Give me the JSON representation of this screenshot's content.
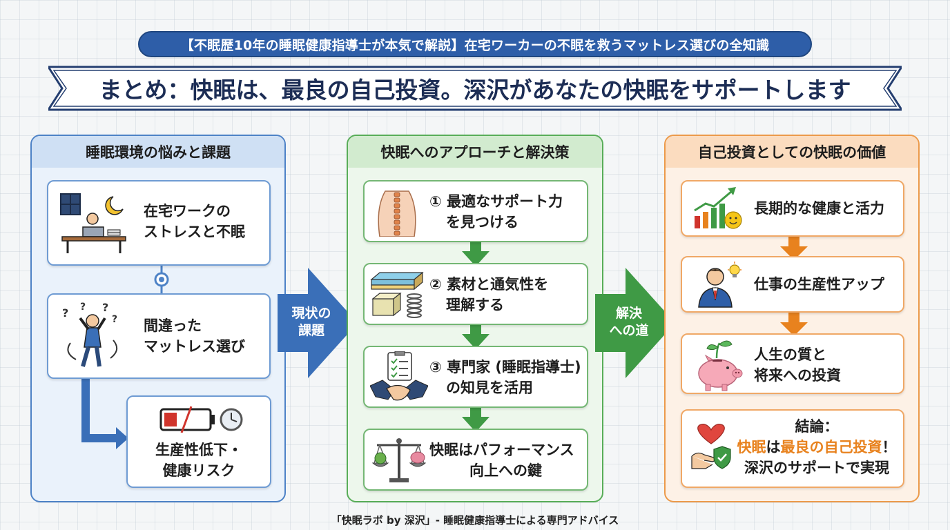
{
  "header": {
    "pill": "【不眠歴10年の睡眠健康指導士が本気で解説】在宅ワーカーの不眠を救うマットレス選びの全知識",
    "title": "まとめ：快眠は、最良の自己投資。深沢があなたの快眠をサポートします"
  },
  "left_panel": {
    "heading": "睡眠環境の悩みと課題",
    "cards": [
      {
        "line1": "在宅ワークの",
        "line2": "ストレスと不眠"
      },
      {
        "line1": "間違った",
        "line2": "マットレス選び"
      },
      {
        "line1": "生産性低下・",
        "line2": "健康リスク"
      }
    ]
  },
  "arrow1": {
    "line1": "現状の",
    "line2": "課題"
  },
  "mid_panel": {
    "heading": "快眠へのアプローチと解決策",
    "cards": [
      {
        "line1": "① 最適なサポート力",
        "line2": "を見つける"
      },
      {
        "line1": "② 素材と通気性を",
        "line2": "理解する"
      },
      {
        "line1": "③ 専門家 (睡眠指導士)",
        "line2": "の知見を活用"
      },
      {
        "line1": "快眠はパフォーマンス",
        "line2": "向上への鍵"
      }
    ]
  },
  "arrow2": {
    "line1": "解決",
    "line2": "への道"
  },
  "right_panel": {
    "heading": "自己投資としての快眠の価値",
    "cards": [
      {
        "line1": "長期的な健康と活力"
      },
      {
        "line1": "仕事の生産性アップ"
      },
      {
        "line1": "人生の質と",
        "line2": "将来への投資"
      }
    ],
    "conclusion": {
      "label": "結論：",
      "part1": "快眠",
      "part2": "は",
      "part3": "最良の自己投資",
      "part4": "！",
      "line3": "深沢のサポートで実現"
    }
  },
  "footer": "「快眠ラボ by 深沢」- 睡眠健康指導士による専門アドバイス",
  "colors": {
    "blue": "#2e5ea8",
    "green": "#3f9a45",
    "orange": "#ec9a4a",
    "accent_orange": "#e8821e",
    "accent_red": "#d0342c"
  }
}
